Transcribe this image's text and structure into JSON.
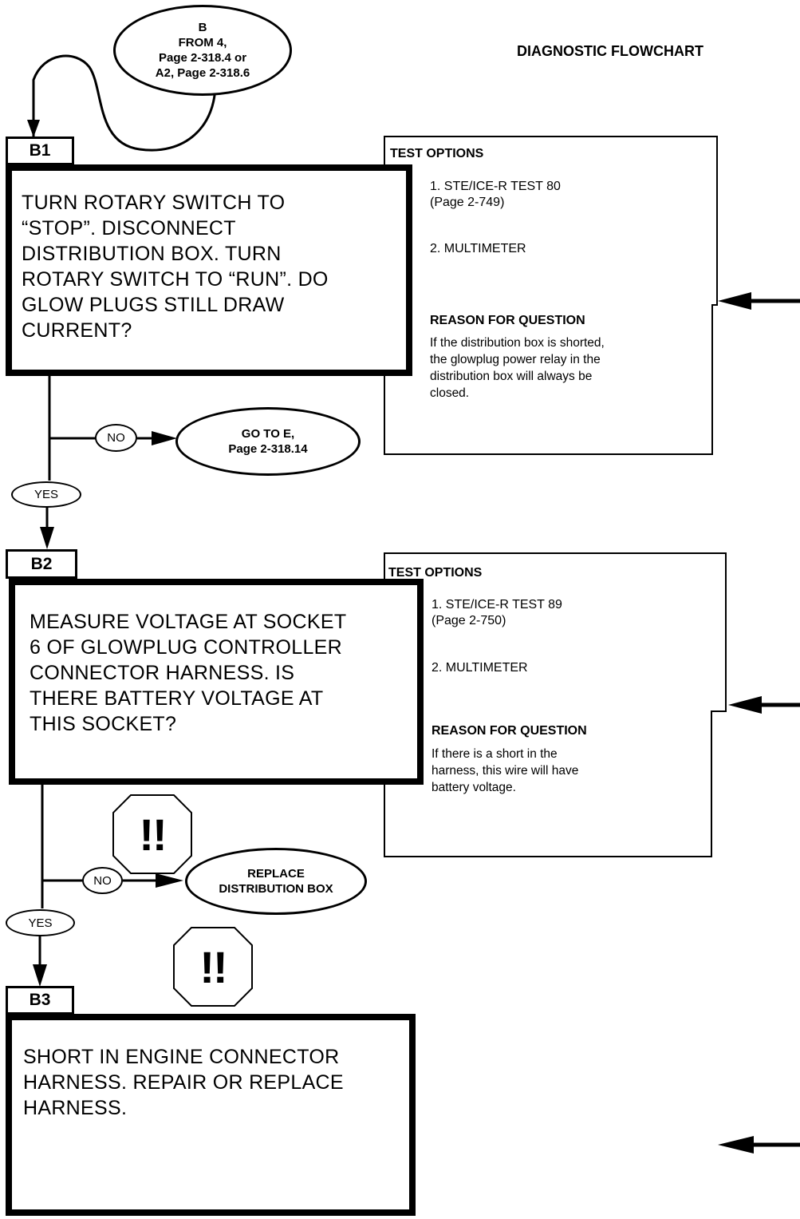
{
  "title": "DIAGNOSTIC FLOWCHART",
  "start_connector": {
    "text": "B\nFROM 4,\nPage 2-318.4 or\nA2, Page 2-318.6"
  },
  "steps": [
    {
      "label": "B1",
      "question": "TURN ROTARY SWITCH TO\n“STOP”. DISCONNECT\nDISTRIBUTION BOX. TURN\nROTARY SWITCH TO “RUN”. DO\nGLOW PLUGS STILL DRAW\nCURRENT?",
      "test_options_heading": "TEST OPTIONS",
      "test_options": [
        "1. STE/ICE-R TEST 80\n    (Page 2-749)",
        "2. MULTIMETER"
      ],
      "reason_heading": "REASON FOR QUESTION",
      "reason": "If the distribution box is shorted,\nthe glowplug power relay in the\ndistribution box will always be\nclosed.",
      "no_label": "NO",
      "yes_label": "YES",
      "no_target": "GO TO E,\nPage 2-318.14"
    },
    {
      "label": "B2",
      "question": "MEASURE VOLTAGE AT SOCKET\n6 OF GLOWPLUG CONTROLLER\nCONNECTOR HARNESS. IS\nTHERE BATTERY VOLTAGE AT\nTHIS SOCKET?",
      "test_options_heading": "TEST OPTIONS",
      "test_options": [
        "1. STE/ICE-R TEST 89\n    (Page 2-750)",
        "2. MULTIMETER"
      ],
      "reason_heading": "REASON FOR QUESTION",
      "reason": "If there is a short in the\nharness, this wire will have\nbattery voltage.",
      "no_label": "NO",
      "yes_label": "YES",
      "no_target": "REPLACE\nDISTRIBUTION BOX",
      "warning_symbol": "!!"
    },
    {
      "label": "B3",
      "result": "SHORT IN ENGINE CONNECTOR\nHARNESS.  REPAIR OR REPLACE\nHARNESS.",
      "warning_symbol": "!!"
    }
  ]
}
